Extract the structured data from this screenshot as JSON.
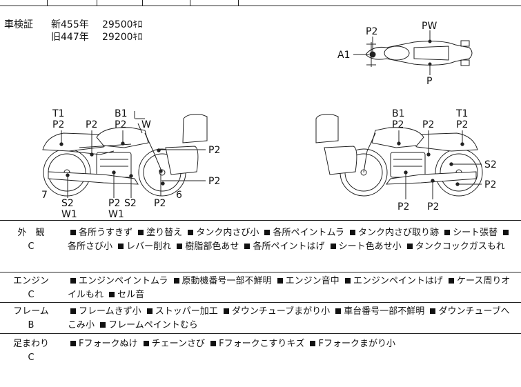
{
  "inspection": {
    "label": "車検証",
    "new_label": "新455年",
    "new_value": "29500ｷﾛ",
    "old_label": "旧447年",
    "old_value": "29200ｷﾛ"
  },
  "diagram": {
    "top_view": {
      "P2": "P2",
      "PW": "PW",
      "A1": "A1",
      "P": "P"
    },
    "left_view": {
      "T1": "T1",
      "P2a": "P2",
      "P2b": "P2",
      "B1": "B1",
      "P2c": "P2",
      "W": "W",
      "P2d": "P2",
      "P2e": "P2",
      "n7": "7",
      "S2": "S2",
      "W1": "W1",
      "P2f": "P2",
      "S2b": "S2",
      "W1b": "W1",
      "P2g": "P2",
      "n6": "6"
    },
    "right_view": {
      "B1": "B1",
      "T1": "T1",
      "P2a": "P2",
      "P2b": "P2",
      "P2c": "P2",
      "S2": "S2",
      "P2d": "P2",
      "P2e": "P2",
      "P2f": "P2"
    }
  },
  "sections": [
    {
      "category": "外　観",
      "grade": "C",
      "items": [
        "各所うすきず",
        "塗り替え",
        "タンク内さび小",
        "各所ペイントムラ",
        "タンク内さび取り跡",
        "シート張替",
        "各所さび小",
        "レバー削れ",
        "樹脂部色あせ",
        "各所ペイントはげ",
        "シート色あせ小",
        "タンクコックガスもれ"
      ]
    },
    {
      "category": "エンジン",
      "grade": "C",
      "items": [
        "エンジンペイントムラ",
        "原動機番号一部不鮮明",
        "エンジン音中",
        "エンジンペイントはげ",
        "ケース周りオイルもれ",
        "セル音"
      ]
    },
    {
      "category": "フレーム",
      "grade": "B",
      "items": [
        "フレームきず小",
        "ストッパー加工",
        "ダウンチューブまがり小",
        "車台番号一部不鮮明",
        "ダウンチューブへこみ小",
        "フレームペイントむら"
      ]
    },
    {
      "category": "足まわり",
      "grade": "C",
      "items": [
        "Fフォークぬけ",
        "チェーンさび",
        "Fフォークこすりキズ",
        "Fフォークまがり小"
      ]
    }
  ]
}
